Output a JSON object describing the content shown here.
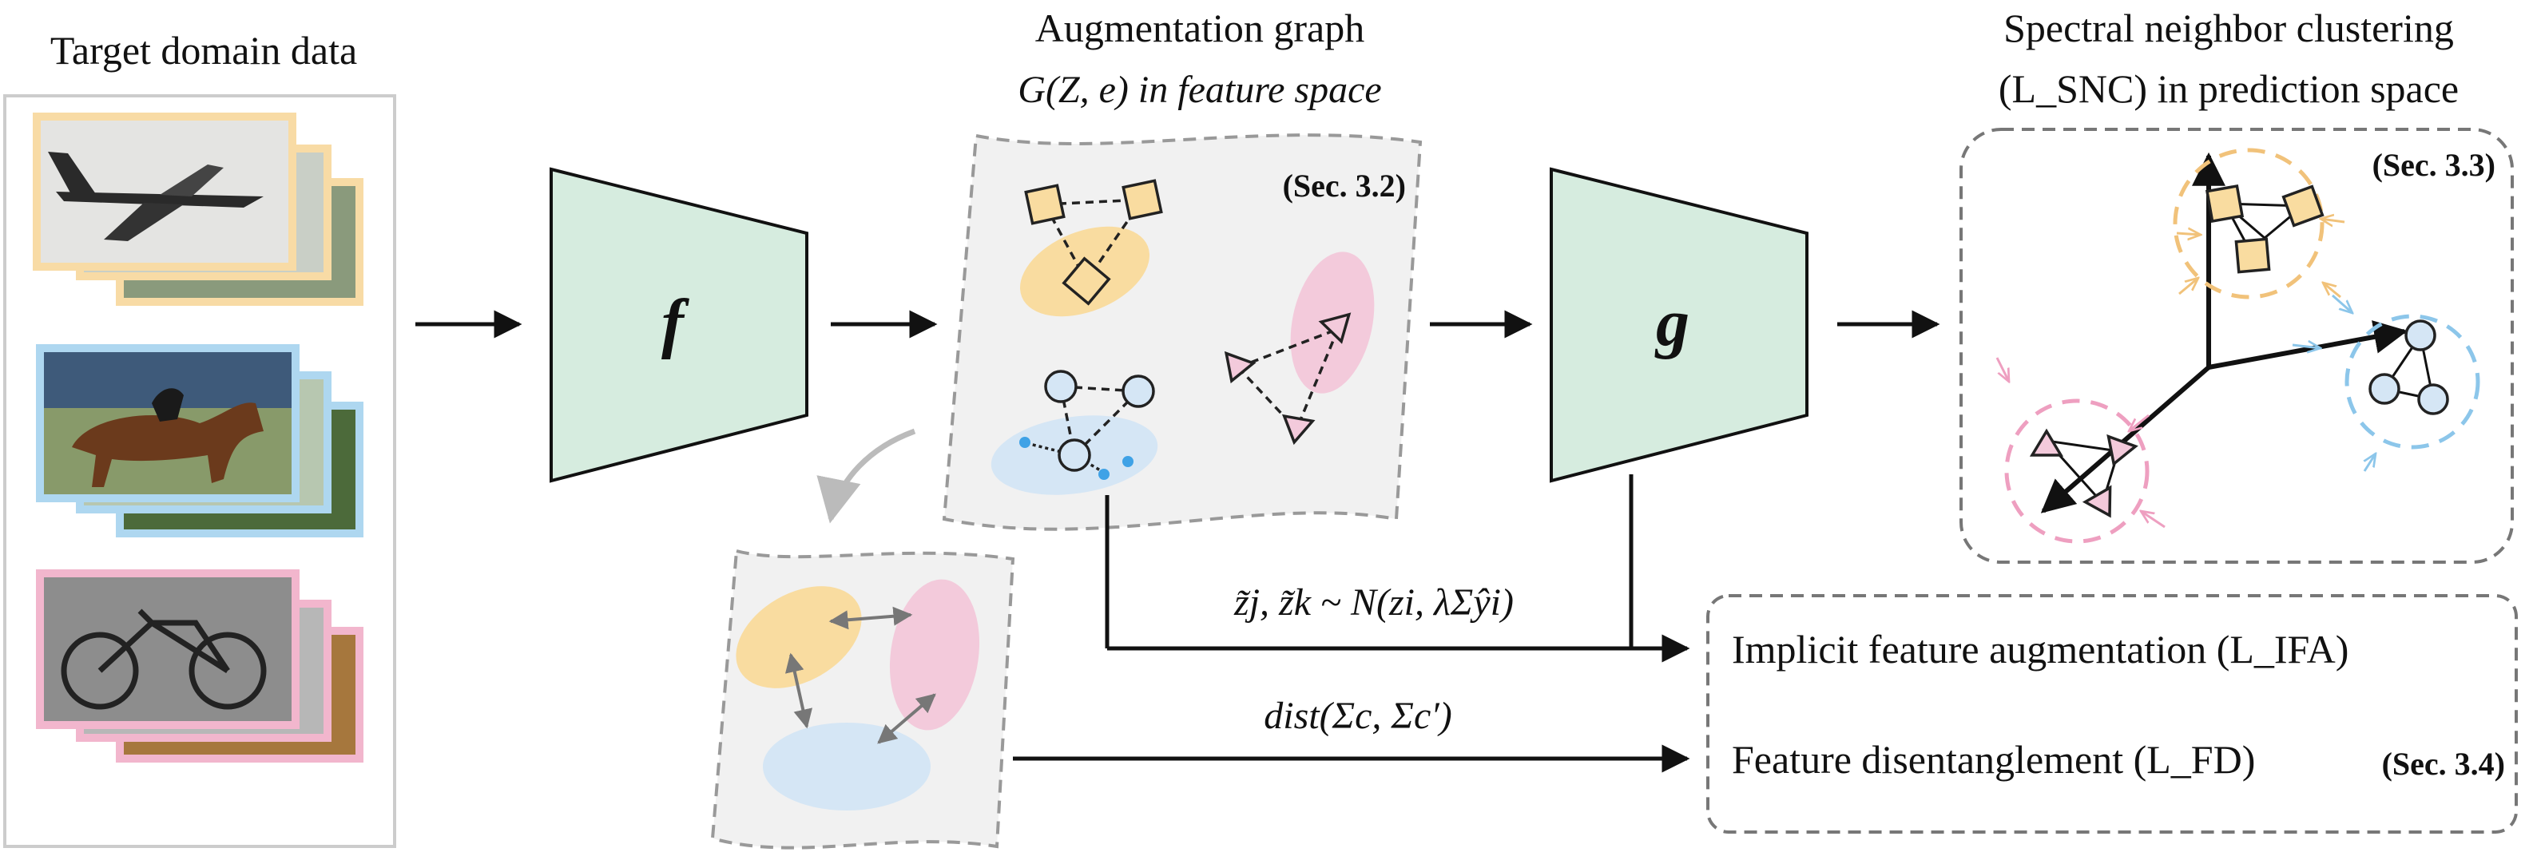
{
  "headings": {
    "target": "Target domain data",
    "graph_line1": "Augmentation graph",
    "graph_line2": "G(Z, e) in feature space",
    "spectral_line1": "Spectral neighbor clustering",
    "spectral_line2": "(L_SNC) in prediction space"
  },
  "networks": {
    "f": "f",
    "g": "g"
  },
  "section_tags": {
    "graph": "(Sec. 3.2)",
    "spectral": "(Sec. 3.3)",
    "fd": "(Sec. 3.4)"
  },
  "edges": {
    "ifa_formula": "z̃j, z̃k ~ N(zi, λΣŷi)",
    "fd_formula": "dist(Σc, Σc′)"
  },
  "losses": {
    "ifa": "Implicit feature augmentation (L_IFA)",
    "fd": "Feature disentanglement (L_FD)"
  },
  "colors": {
    "network_fill": "#d6ecdf",
    "orange_fill": "#f9dca0",
    "orange_frame": "#f8dba5",
    "blue_fill": "#d5e6f5",
    "blue_frame": "#aed7f0",
    "pink_fill": "#f3cadb",
    "pink_frame": "#f2b6cd",
    "node_stroke": "#222222",
    "dashed_gray": "#999999"
  },
  "icons": [
    "airplane-photo",
    "horse-photo",
    "bicycle-photo"
  ]
}
